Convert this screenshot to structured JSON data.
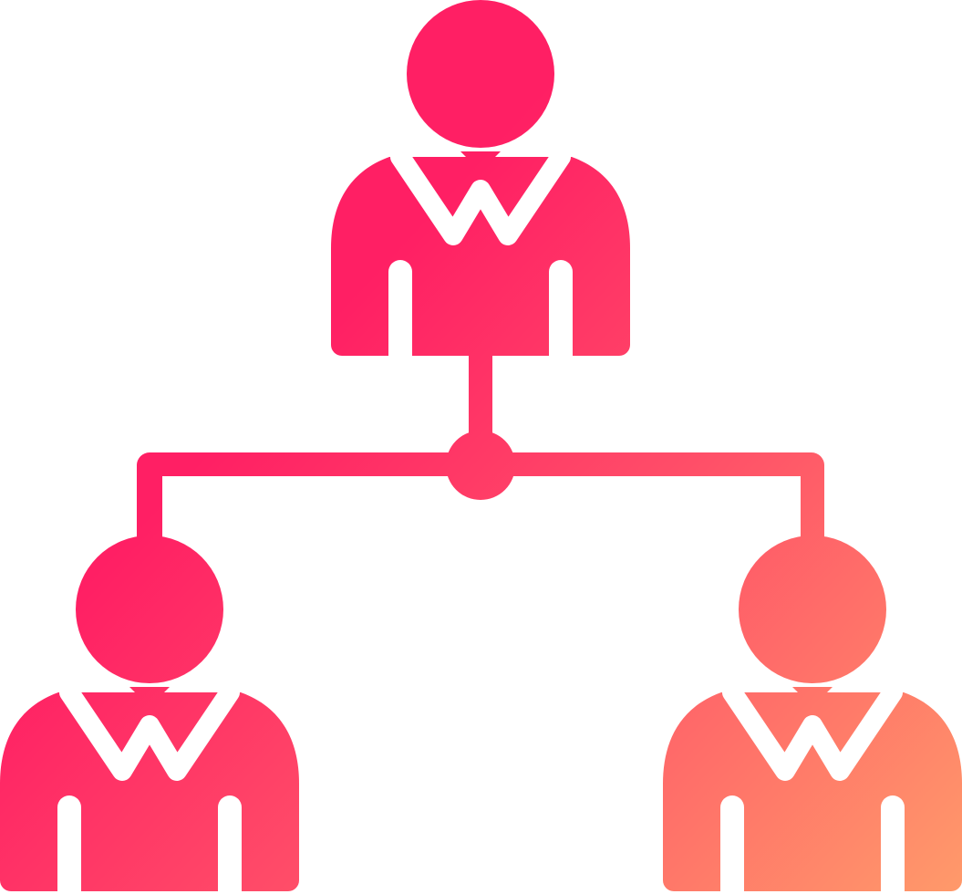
{
  "icon": {
    "name": "organization-hierarchy-icon",
    "gradient": {
      "start": "#ff1f64",
      "mid": "#ff4d68",
      "end": "#ff9a6a"
    },
    "background": "#ffffff",
    "nodes": [
      {
        "role": "top-person"
      },
      {
        "role": "bottom-left-person"
      },
      {
        "role": "bottom-right-person"
      }
    ]
  }
}
